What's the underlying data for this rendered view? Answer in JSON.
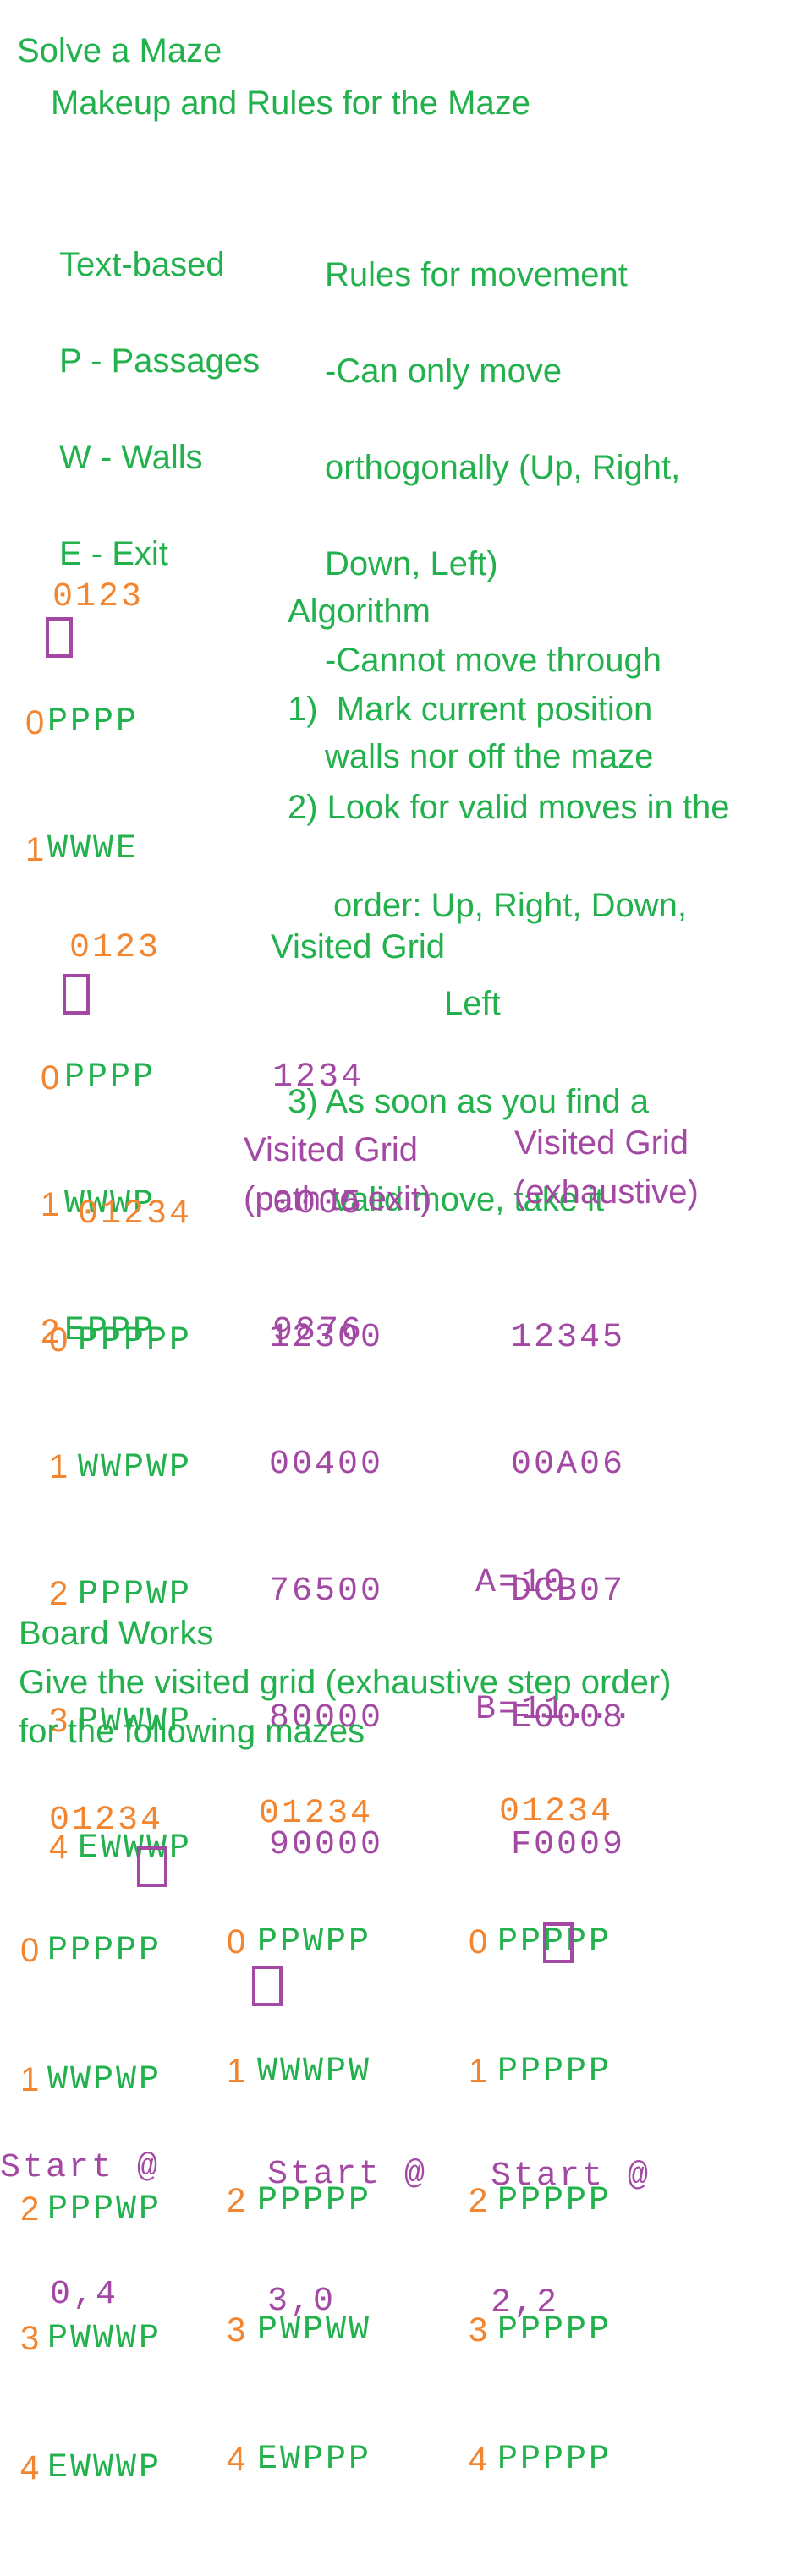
{
  "title": "Solve a Maze",
  "subtitle": "Makeup and Rules for the Maze",
  "legend": [
    "Text-based",
    "P - Passages",
    "W - Walls",
    "E - Exit"
  ],
  "rules": [
    "Rules for movement",
    "-Can only move",
    "orthogonally (Up, Right,",
    "Down, Left)",
    "-Cannot move through",
    "walls nor off the maze"
  ],
  "example1": {
    "cols": "0123",
    "rows": [
      "0",
      "1"
    ],
    "grid": [
      "PPPP",
      "WWWE"
    ]
  },
  "algorithm": {
    "title": "Algorithm",
    "step1": "1)  Mark current position",
    "step2a": "2) Look for valid moves in the",
    "step2b": "order: Up, Right, Down,",
    "step2c": "Left",
    "step3a": "3) As soon as you find a",
    "step3b": "valid move, take it"
  },
  "example2": {
    "cols": "0123",
    "rows": [
      "0",
      "1",
      "2"
    ],
    "grid": [
      "PPPP",
      "WWWP",
      "EPPP"
    ],
    "visited_title": "Visited Grid",
    "visited": [
      "1234",
      "0005",
      "9876"
    ]
  },
  "example3": {
    "cols": "01234",
    "rows": [
      "0",
      "1",
      "2",
      "3",
      "4"
    ],
    "grid": [
      "PPPPP",
      "WWPWP",
      "PPPWP",
      "PWWWP",
      "EWWWP"
    ],
    "path_title_1": "Visited Grid",
    "path_title_2": "(path to exit)",
    "path": [
      "12300",
      "00400",
      "76500",
      "80000",
      "90000"
    ],
    "exh_title_1": "Visited Grid",
    "exh_title_2": "(exhaustive)",
    "exhaustive": [
      "12345",
      "00A06",
      "DCB07",
      "E0008",
      "F0009"
    ]
  },
  "hex_note": [
    "A=10",
    "B=11..."
  ],
  "board": {
    "title": "Board Works",
    "instruction_1": "Give the visited grid (exhaustive step order)",
    "instruction_2": "for the following mazes"
  },
  "mazes": [
    {
      "cols": "01234",
      "rows": [
        "0",
        "1",
        "2",
        "3",
        "4"
      ],
      "grid": [
        "PPPPP",
        "WWPWP",
        "PPPWP",
        "PWWWP",
        "EWWWP"
      ],
      "start_1": "Start @",
      "start_2": " 0,4"
    },
    {
      "cols": "01234",
      "rows": [
        "0",
        "1",
        "2",
        "3",
        "4"
      ],
      "grid": [
        "PPWPP",
        "WWWPW",
        "PPPPP",
        "PWPWW",
        "EWPPP"
      ],
      "start_1": "Start @",
      "start_2": "3,0"
    },
    {
      "cols": "01234",
      "rows": [
        "0",
        "1",
        "2",
        "3",
        "4"
      ],
      "grid": [
        "PPPPP",
        "PPPPP",
        "PPPPP",
        "PPPPP",
        "PPPPP"
      ],
      "start_1": "Start @",
      "start_2": "2,2"
    }
  ],
  "colors": {
    "green": "#22b14c",
    "purple": "#a349a4",
    "orange": "#f28530"
  }
}
